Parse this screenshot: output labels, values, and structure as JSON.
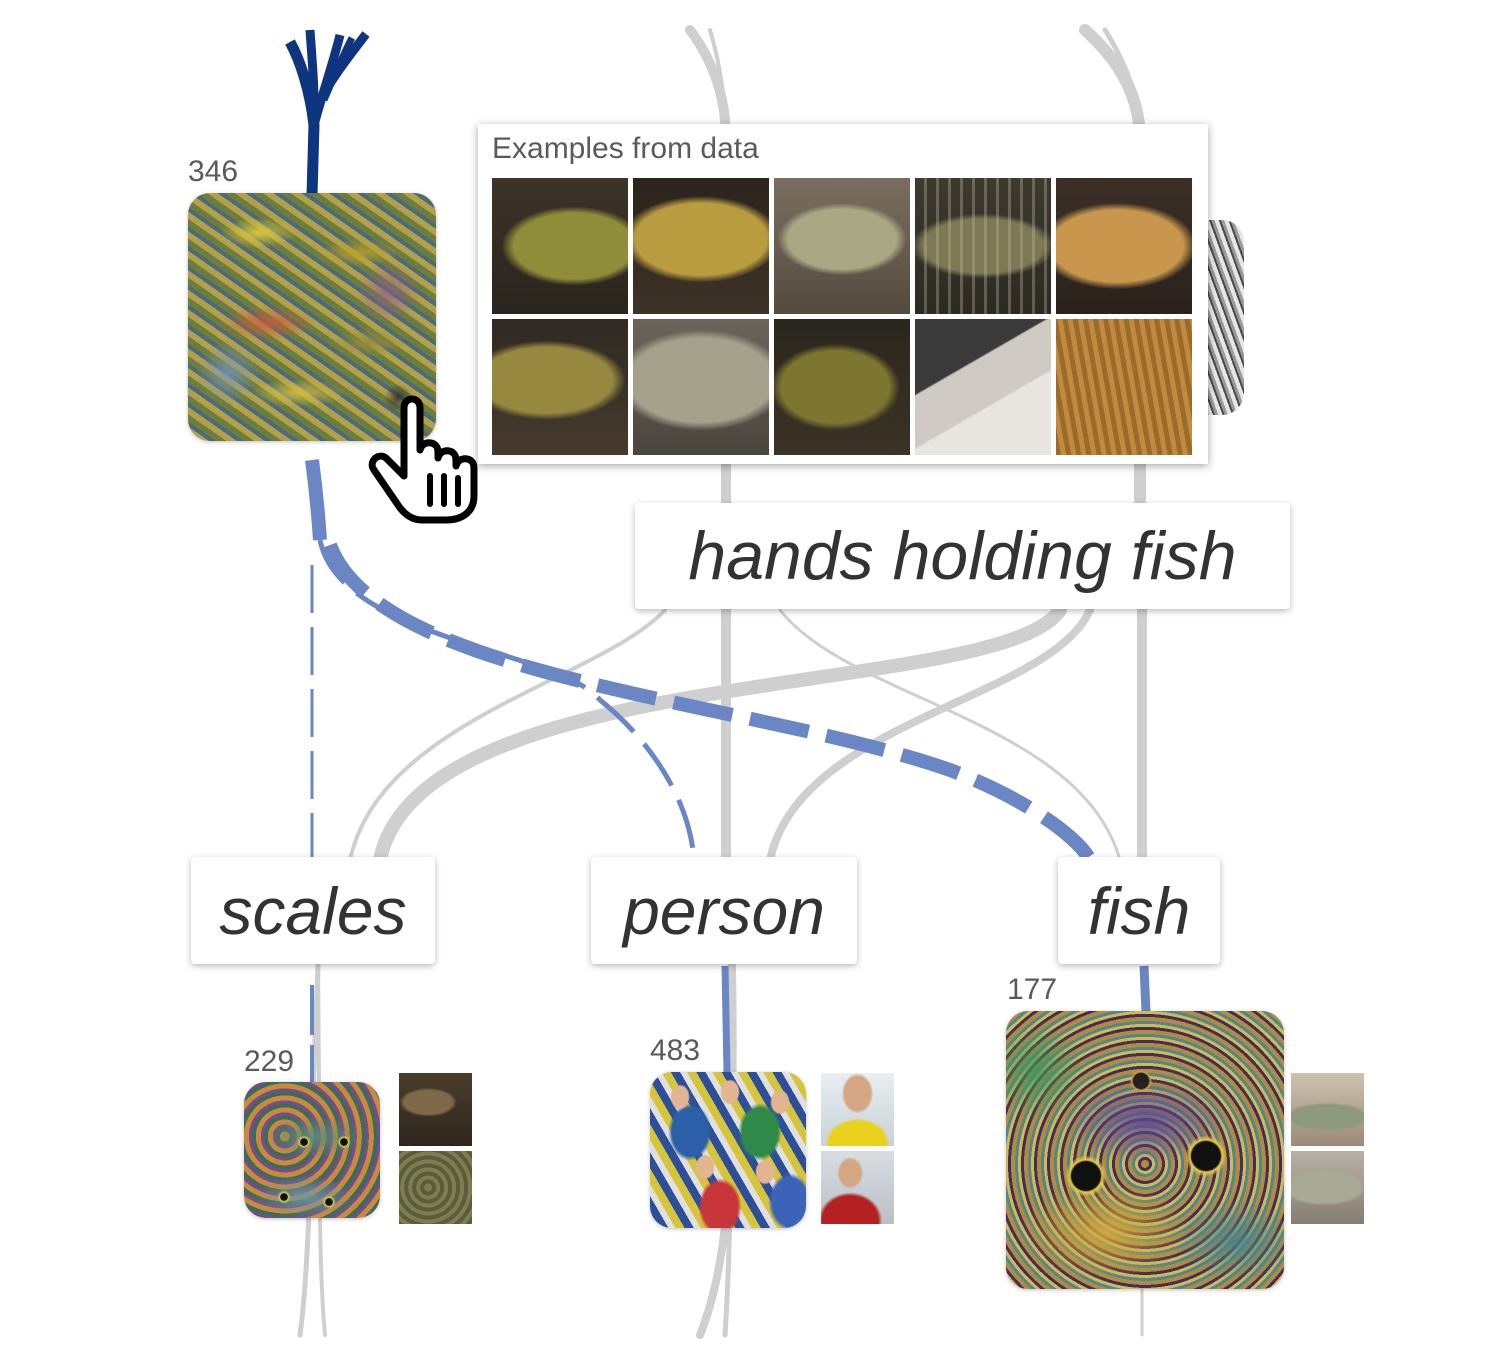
{
  "tooltip": {
    "title": "Examples from data"
  },
  "groups": {
    "top": "hands holding fish",
    "left": "scales",
    "middle": "person",
    "right": "fish"
  },
  "neurons": {
    "top": {
      "id": "346"
    },
    "scales": {
      "id": "229"
    },
    "person": {
      "id": "483"
    },
    "fish": {
      "id": "177"
    }
  },
  "icons": {
    "cursor": "hand-pointer-icon"
  },
  "colors": {
    "selected_flow": "#6b86c4",
    "incoming_flow": "#0d3580",
    "background_flow": "#cccccc"
  }
}
